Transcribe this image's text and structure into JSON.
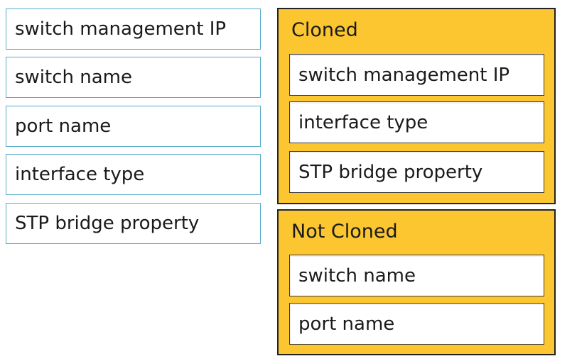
{
  "source_items": [
    {
      "label": "switch management IP"
    },
    {
      "label": "switch name"
    },
    {
      "label": "port name"
    },
    {
      "label": "interface type"
    },
    {
      "label": "STP bridge property"
    }
  ],
  "zones": {
    "cloned": {
      "title": "Cloned",
      "items": [
        {
          "label": "switch management IP"
        },
        {
          "label": "interface type"
        },
        {
          "label": "STP bridge property"
        }
      ]
    },
    "not_cloned": {
      "title": "Not Cloned",
      "items": [
        {
          "label": "switch name"
        },
        {
          "label": "port name"
        }
      ]
    }
  },
  "colors": {
    "zone_background": "#fbc630",
    "item_border": "#55aacc"
  }
}
